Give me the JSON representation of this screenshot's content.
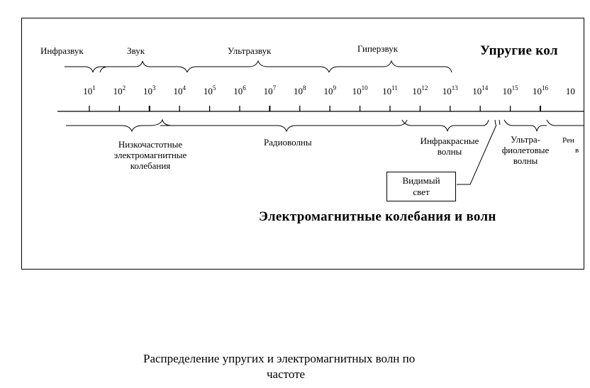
{
  "elastic": {
    "labels": [
      "Инфразвук",
      "Звук",
      "Ультразвук",
      "Гиперзвук"
    ],
    "title": "Упругие  кол"
  },
  "scale": {
    "base": "10",
    "exponents": [
      "1",
      "2",
      "3",
      "4",
      "5",
      "6",
      "7",
      "8",
      "9",
      "10",
      "11",
      "12",
      "13",
      "14",
      "15",
      "16",
      ""
    ]
  },
  "em": {
    "low_freq": [
      "Низкочастотные",
      "электромагнитные",
      "колебания"
    ],
    "radio": "Радиоволны",
    "infrared": [
      "Инфракрасные",
      "волны"
    ],
    "ultraviolet": [
      "Ультра-",
      "фиолетовые",
      "волны"
    ],
    "xray_cut": [
      "Рен",
      "в"
    ],
    "visible": [
      "Видимый",
      "свет"
    ],
    "title": "Электромагнитные колебания и  волн"
  },
  "caption": {
    "line1": "Распределение упругих и электромагнитных волн по",
    "line2": "частоте"
  }
}
